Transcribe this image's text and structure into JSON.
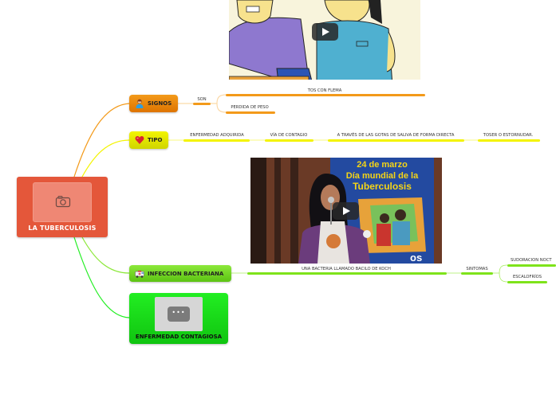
{
  "central": {
    "label": "LA TUBERCULOSIS",
    "icon": "camera-icon"
  },
  "topics": [
    {
      "label": "SIGNOS",
      "icon": "person-icon",
      "color": "#f39a1a"
    },
    {
      "label": "TIPO",
      "icon": "heart-icon",
      "color": "#f2f400"
    },
    {
      "label": "INFECCION BACTERIANA",
      "icon": "ambulance-icon",
      "color": "#7ee31a"
    },
    {
      "label": "ENFERMEDAD CONTAGIOSA",
      "icon": "more-icon",
      "color": "#22ee22"
    }
  ],
  "signos": {
    "connector": "SON",
    "children": [
      "TOS CON FLEMA",
      "PERDIDA DE PESO"
    ]
  },
  "tipo": {
    "chain": [
      "ENFERMEDAD ADQUIRIDA",
      "VÍA DE CONTAGIO",
      "A TRAVÉS DE LAS GOTAS DE SALIVA DE FORMA DIRECTA",
      "TOSER O ESTORNUDAR."
    ]
  },
  "infeccion": {
    "chain": [
      "UNA BACTERIA LLAMADO BACILO DE KOCH",
      "SINTOMAS"
    ],
    "sintomas": [
      "SUDORACION NOCT",
      "ESCALOFRÍOS"
    ]
  },
  "videos": [
    {
      "title": "cartoon-video",
      "play_icon": "play-icon"
    },
    {
      "title": "24 de marzo Día mundial de la Tuberculosis",
      "play_icon": "play-icon"
    }
  ],
  "colors": {
    "central": "#e4573a",
    "orange": "#f39a1a",
    "yellow": "#f4f400",
    "green": "#7ee31a"
  }
}
